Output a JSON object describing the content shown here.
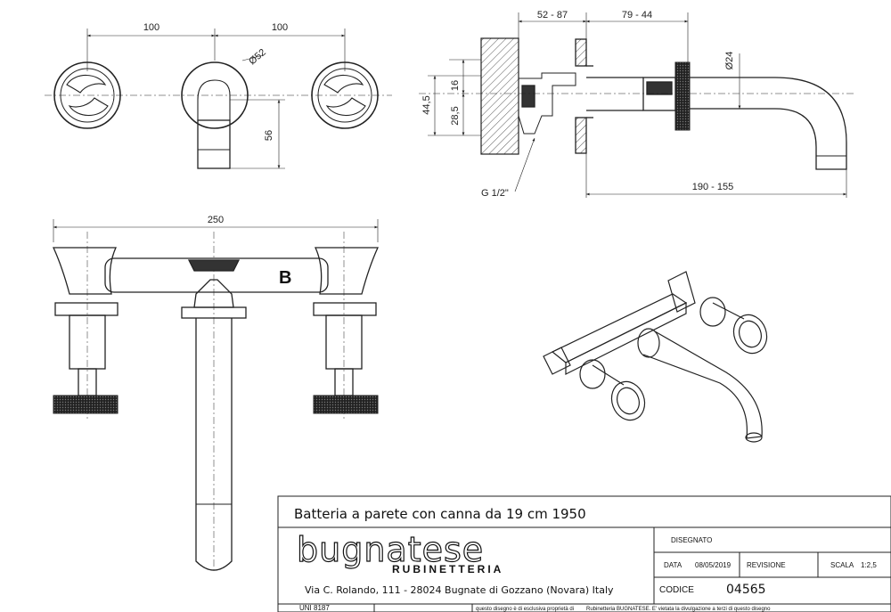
{
  "dimensions": {
    "top_left_100": "100",
    "top_right_100": "100",
    "diam_52": "Ø52",
    "dim_56": "56",
    "dim_52_87": "52 - 87",
    "dim_79_44": "79 - 44",
    "diam_24": "Ø24",
    "dim_44_5": "44,5",
    "dim_16": "16",
    "dim_28_5": "28,5",
    "thread": "G 1/2\"",
    "dim_190_155": "190 - 155",
    "dim_250": "250",
    "section_label": "B"
  },
  "title_block": {
    "title": "Batteria a parete con canna da 19 cm 1950",
    "logo": "bugnatese",
    "logo_sub": "RUBINETTERIA",
    "address": "Via C. Rolando, 111 - 28024 Bugnate di Gozzano (Novara) Italy",
    "uni": "UNI 8187",
    "disegnato_label": "DISEGNATO",
    "data_label": "DATA",
    "data_value": "08/05/2019",
    "revisione_label": "REVISIONE",
    "scala_label": "SCALA",
    "scala_value": "1:2,5",
    "codice_label": "CODICE",
    "codice_value": "04565",
    "disclaimer_left": "questo disegno è di esclusiva proprietà di",
    "disclaimer_right": "Rubinetteria BUGNATESE. E' vietata la divulgazione a terzi di questo disegno"
  }
}
